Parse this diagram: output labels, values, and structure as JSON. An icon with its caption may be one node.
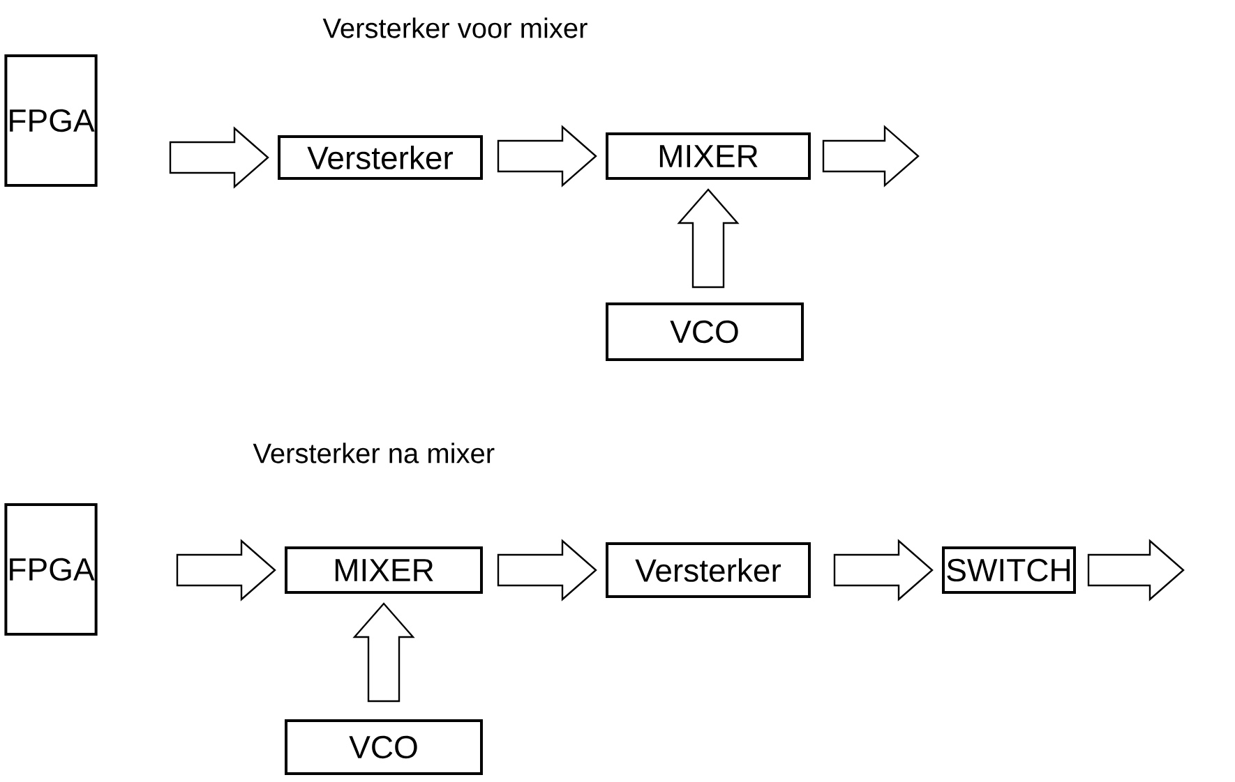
{
  "diagram": {
    "nodes": [
      {
        "text": [
          "FPGA"
        ]
      },
      {
        "text": [
          "Versterker"
        ]
      },
      {
        "text": [
          "MIXER"
        ]
      },
      {
        "text": [
          "VCO"
        ]
      },
      {
        "text": [
          "FPGA"
        ]
      },
      {
        "text": [
          "MIXER"
        ]
      },
      {
        "text": [
          "Versterker"
        ]
      },
      {
        "text": [
          "SWITCH"
        ]
      },
      {
        "text": [
          "VCO"
        ]
      }
    ],
    "edges": [
      {
        "from": 0,
        "to": 1,
        "arrow": "to"
      },
      {
        "from": 1,
        "to": 2,
        "arrow": "to"
      },
      {
        "from": 2,
        "to": null,
        "arrow": "to"
      },
      {
        "from": 3,
        "to": 2,
        "arrow": "to"
      },
      {
        "from": 4,
        "to": 5,
        "arrow": "to"
      },
      {
        "from": 5,
        "to": 6,
        "arrow": "to"
      },
      {
        "from": 6,
        "to": 7,
        "arrow": "to"
      },
      {
        "from": 7,
        "to": null,
        "arrow": "to"
      },
      {
        "from": 8,
        "to": 5,
        "arrow": "to"
      }
    ],
    "labels": [
      "Versterker voor mixer",
      "Versterker na mixer"
    ]
  }
}
